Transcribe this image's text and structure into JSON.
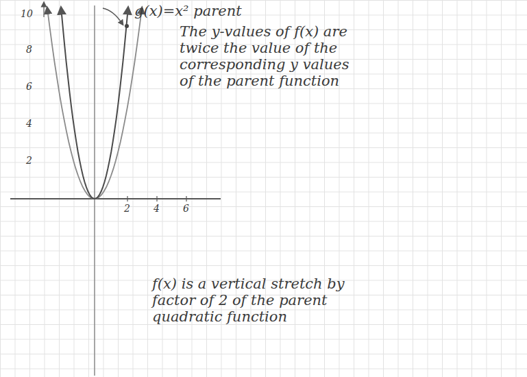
{
  "diagram": {
    "labels": [
      "10",
      "8",
      "6",
      "4",
      "2",
      "2",
      "4",
      "6",
      "g(x)=x² parent",
      "The y-values of f(x) are twice the value of the corresponding y values of the parent function",
      "f(x) is a vertical stretch by factor of 2 of the parent quadratic function"
    ]
  }
}
